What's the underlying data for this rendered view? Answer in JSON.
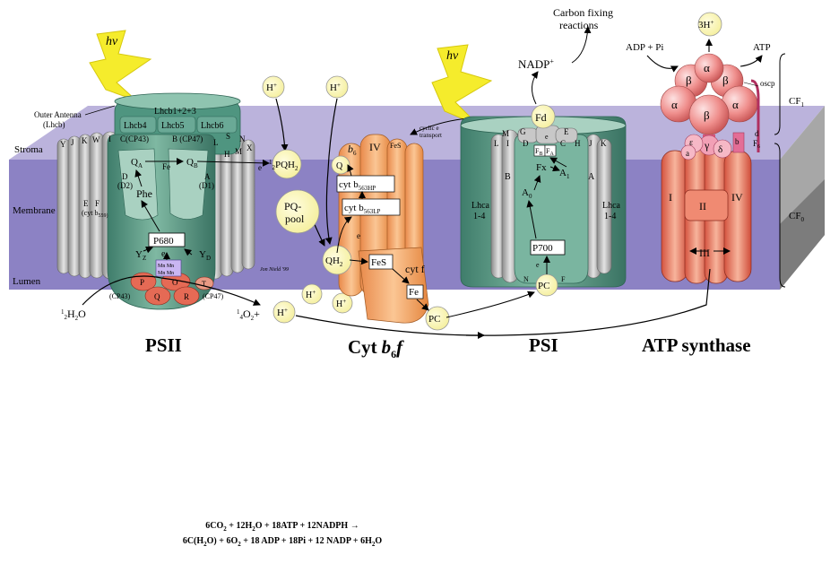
{
  "layer_labels": {
    "stroma": "Stroma",
    "membrane": "Membrane",
    "lumen": "Lumen",
    "outer_antenna": "Outer Antenna",
    "outer_antenna_sub": "(Lhcb)"
  },
  "light": {
    "hv": "hv"
  },
  "psii": {
    "title": "PSII",
    "lhcb123": "Lhcb1+2+3",
    "lhcb4": "Lhcb4",
    "lhcb5": "Lhcb5",
    "lhcb6": "Lhcb6",
    "c_cp43": "C(CP43)",
    "b_cp47": "B (CP47)",
    "qa": "Q",
    "qa_sub": "A",
    "qb": "Q",
    "qb_sub": "B",
    "fe": "Fe",
    "d_d2": "D",
    "d2": "(D2)",
    "a_d1": "A",
    "d1": "(D1)",
    "phe": "Phe",
    "p680": "P680",
    "yz": "Y",
    "yz_sub": "Z",
    "yd": "Y",
    "yd_sub": "D",
    "e": "e",
    "mn1": "Mn Mn",
    "mn2": "Mn Mn",
    "p": "P",
    "o": "O",
    "q": "Q",
    "r": "R",
    "t": "T",
    "cp43": "(CP43)",
    "cp47": "(CP47)",
    "e_f": "E",
    "f": "F",
    "cyt": "(cyt b",
    "cyt_sub": "559)",
    "y": "Y",
    "j": "J",
    "k": "K",
    "w": "W",
    "i": "I",
    "l": "L",
    "s": "S",
    "n": "N",
    "h": "H",
    "m": "M",
    "x": "X"
  },
  "water": {
    "pre": "1",
    "sub_pre": "2",
    "h": "H",
    "sub": "2",
    "o": "O"
  },
  "oxygen": {
    "pre": "1",
    "sub_pre": "4",
    "o": "O",
    "sub": "2",
    "plus": "+"
  },
  "protons": {
    "label": "H",
    "sup": "+"
  },
  "pq": {
    "pqh2_pre": "1",
    "pqh2_sub_pre": "2",
    "pqh2": "PQH",
    "pqh2_sub": "2",
    "pool1": "PQ-",
    "pool2": "pool",
    "e": "e",
    "qh2": "QH",
    "qh2_sub": "2",
    "q": "Q"
  },
  "cytb6f": {
    "title": "Cyt",
    "title_b": "b",
    "title_sub": "6",
    "title_f": "f",
    "b6": "b",
    "b6_sub": "6",
    "iv": "IV",
    "fes_top": "FeS",
    "cyt_hp": "cyt b",
    "hp_sub": "563HP",
    "cyt_lp": "cyt b",
    "lp_sub": "563LP",
    "fes": "FeS",
    "cytf": "cyt f",
    "fe": "Fe",
    "cyclic1": "cyclic e",
    "cyclic2": "transport",
    "pc": "PC",
    "signature": "Jon Nield '99"
  },
  "psi": {
    "title": "PSI",
    "fd": "Fd",
    "nadp": "NADP",
    "nadp_sup": "+",
    "carbon1": "Carbon fixing",
    "carbon2": "reactions",
    "m": "M",
    "g": "G",
    "e_sub": "E",
    "l": "L",
    "i": "I",
    "d": "D",
    "c": "C",
    "h": "H",
    "j": "J",
    "k": "K",
    "fb": "F",
    "fb_sub": "B",
    "fa": "F",
    "fa_sub": "A",
    "fx": "Fx",
    "a1": "A",
    "a1_sub": "1",
    "a0": "A",
    "a0_sub": "0",
    "b": "B",
    "a": "A",
    "lhca_l": "Lhca",
    "lhca_l2": "1-4",
    "lhca_r": "Lhca",
    "lhca_r2": "1-4",
    "p700": "P700",
    "e": "e",
    "n": "N",
    "f": "F",
    "pc": "PC"
  },
  "atp": {
    "title": "ATP synthase",
    "adp": "ADP + Pi",
    "atp": "ATP",
    "h3": "3H",
    "h3_sup": "+",
    "alpha": "α",
    "beta": "β",
    "oscp": "oscp",
    "cf1": "CF",
    "cf1_sub": "1",
    "cf0": "CF",
    "cf0_sub": "0",
    "epsilon": "ε",
    "gamma": "γ",
    "delta": "δ",
    "a_sub": "a",
    "b_sub": "b",
    "d_sub": "d",
    "f6": "F",
    "f6_sub": "6",
    "i": "I",
    "ii": "II",
    "iii": "III",
    "iv": "IV"
  },
  "equation": {
    "line1_a": "6CO",
    "line1_a_sub": "2",
    "line1_b": " + 12H",
    "line1_b_sub": "2",
    "line1_c": "O + 18ATP + 12NADPH →",
    "line2_a": "6C(H",
    "line2_a_sub": "2",
    "line2_b": "O) + 6O",
    "line2_b_sub": "2",
    "line2_c": " + 18 ADP + 18Pi + 12 NADP + 6H",
    "line2_c_sub": "2",
    "line2_d": "O"
  },
  "colors": {
    "membrane": "#8c82c4",
    "membrane_top": "#b4acd8",
    "membrane_side": "#9a9a9a",
    "teal": "#5f9e8a",
    "teal_dark": "#3e7a69",
    "teal_light": "#9cc7b6",
    "grey": "#b5b5b5",
    "orange": "#f4a46a",
    "red": "#e06a55",
    "pink": "#f0909a",
    "yellow": "#fbf6b0",
    "bolt": "#f5ec2c"
  }
}
